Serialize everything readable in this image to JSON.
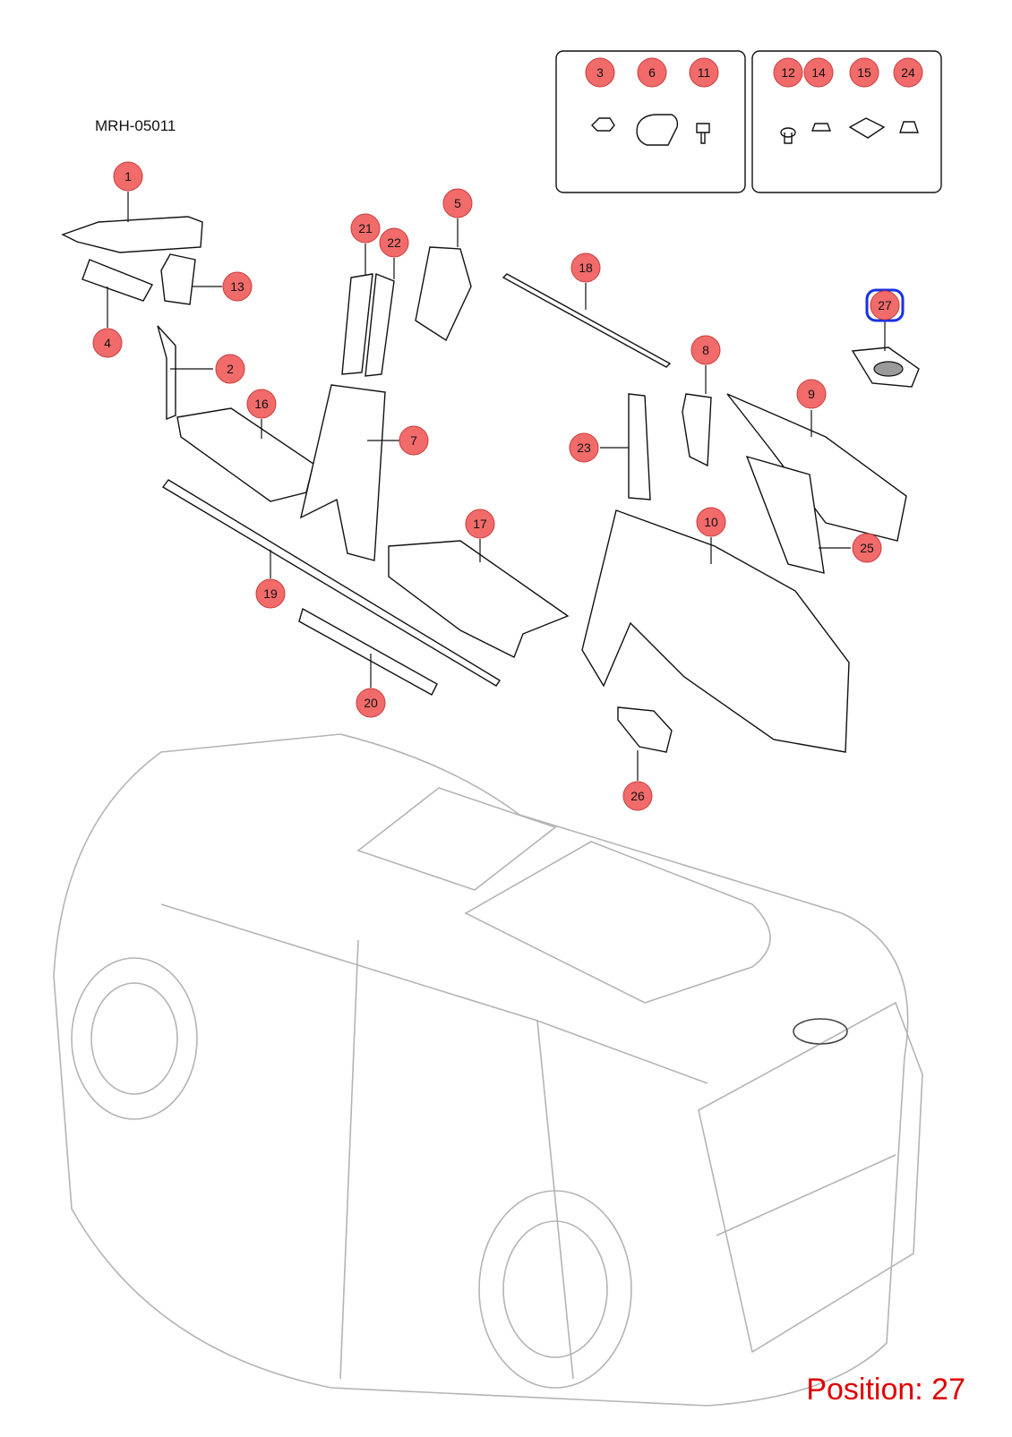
{
  "diagram": {
    "code": "MRH-05011",
    "position_label": "Position: 27",
    "selected_callout": "27",
    "colors": {
      "callout_fill": "#f26b6b",
      "callout_stroke": "#c83c3c",
      "selected_ring": "#1a2fe0",
      "position_text": "#e00000",
      "vehicle_outline": "#b4b4b4"
    },
    "hardware_groups": [
      {
        "callouts": [
          "3",
          "6",
          "11"
        ]
      },
      {
        "callouts": [
          "12",
          "14",
          "15",
          "24"
        ]
      }
    ],
    "callouts": [
      "1",
      "2",
      "3",
      "4",
      "5",
      "6",
      "7",
      "8",
      "9",
      "10",
      "11",
      "12",
      "13",
      "14",
      "15",
      "16",
      "17",
      "18",
      "19",
      "20",
      "21",
      "22",
      "23",
      "24",
      "25",
      "26",
      "27"
    ]
  }
}
